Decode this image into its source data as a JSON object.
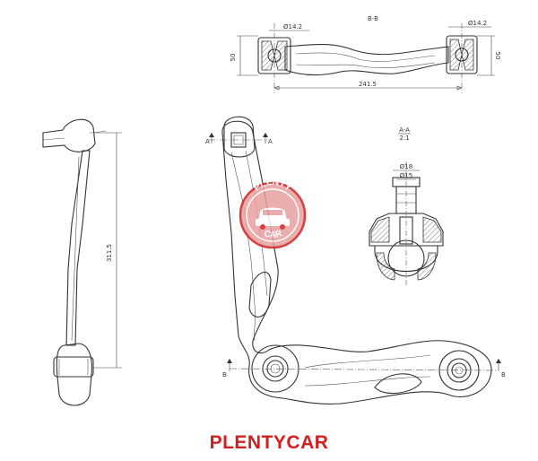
{
  "colors": {
    "brand_red": "#d21f1f",
    "line": "#333333",
    "badge_bg": "#e8a0a0"
  },
  "top_view": {
    "section_label": "B-B",
    "left_dia": "Ø14.2",
    "right_dia": "Ø14.2",
    "left_height": "50",
    "right_height": "50",
    "length": "241.5"
  },
  "side_view": {
    "height": "311.5"
  },
  "front_view": {
    "mark_a": "A",
    "mark_b": "B"
  },
  "detail": {
    "section_label": "A-A",
    "scale": "2:1",
    "dia_outer": "Ø18",
    "dia_inner": "Ø15"
  },
  "logo": {
    "top_text": "PLENTY",
    "bottom_text": "CAR"
  },
  "brand": {
    "name": "PLENTYCAR"
  }
}
